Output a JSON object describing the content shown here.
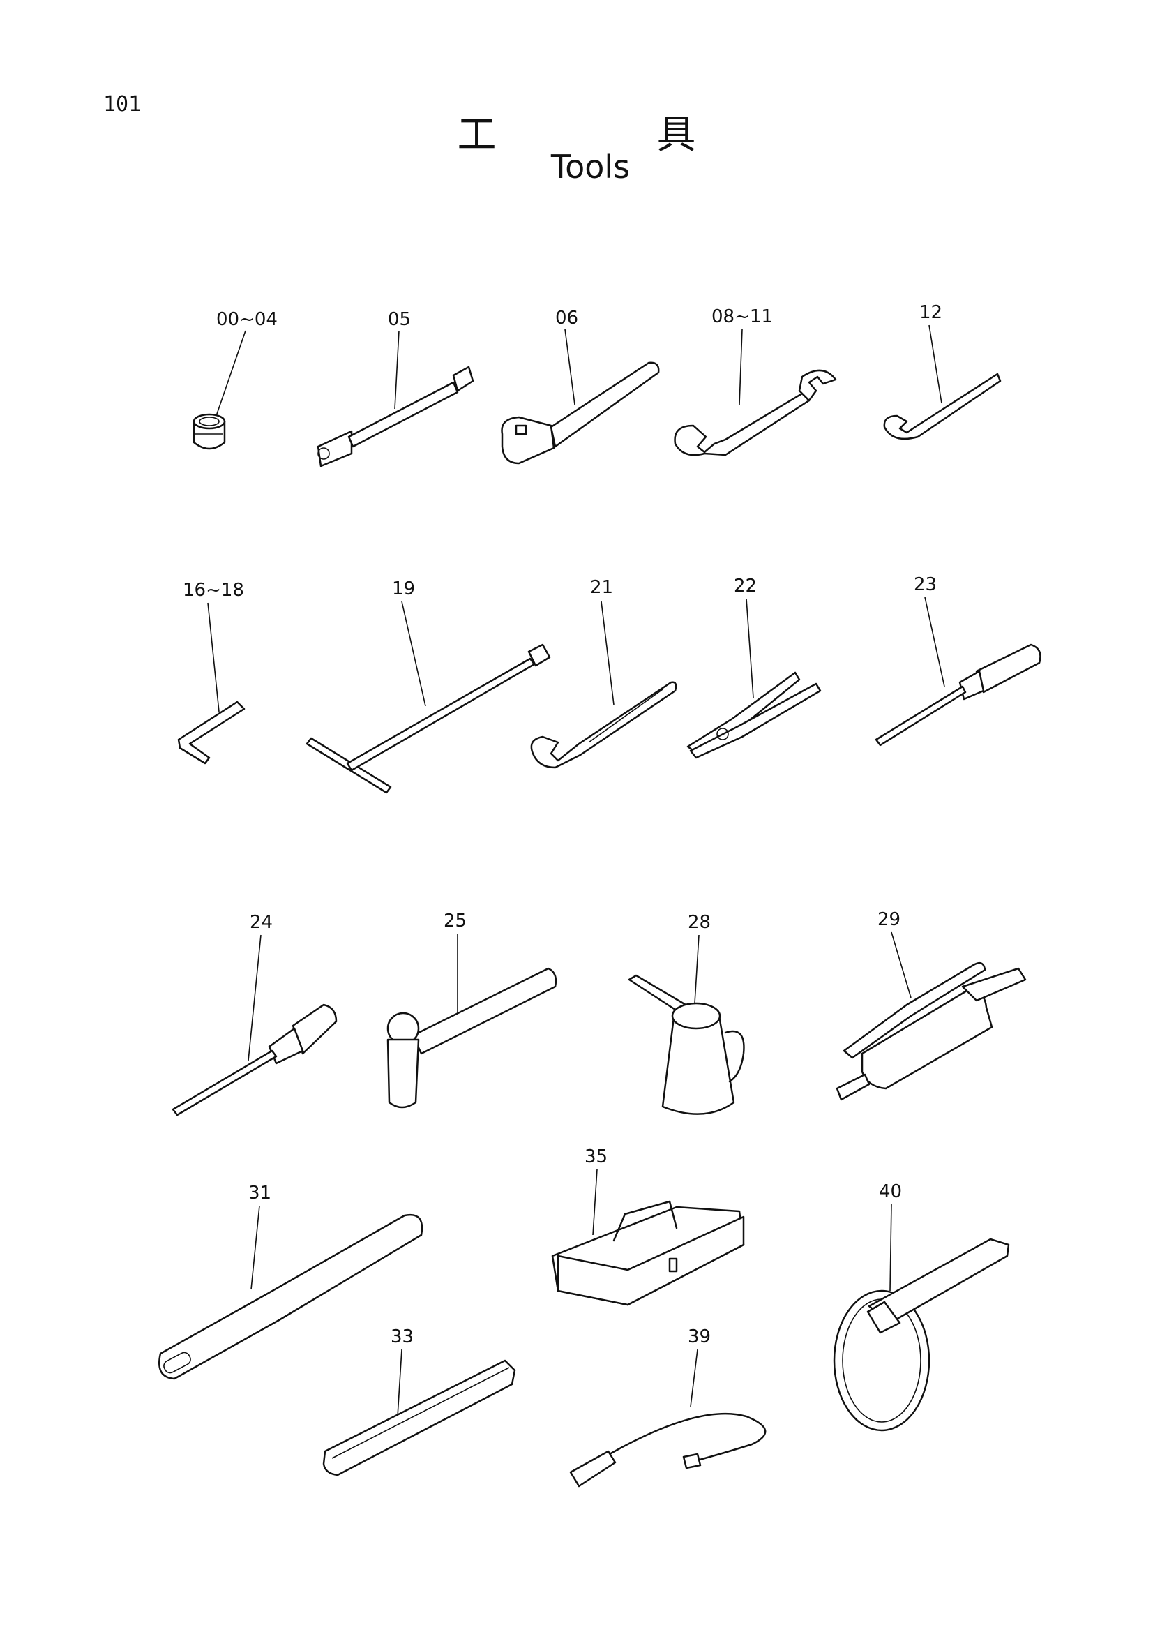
{
  "page": {
    "number": "101",
    "title_jp": "工具",
    "title_en": "Tools"
  },
  "callouts": [
    {
      "key": "socket",
      "label": "00~04",
      "icon": "socket-icon"
    },
    {
      "key": "box_wrench",
      "label": "05",
      "icon": "box-wrench-icon"
    },
    {
      "key": "ratchet",
      "label": "06",
      "icon": "ratchet-handle-icon"
    },
    {
      "key": "double_wrench",
      "label": "08~11",
      "icon": "double-open-wrench-icon"
    },
    {
      "key": "single_wrench",
      "label": "12",
      "icon": "single-open-wrench-icon"
    },
    {
      "key": "hex_key",
      "label": "16~18",
      "icon": "hex-key-icon"
    },
    {
      "key": "t_wrench",
      "label": "19",
      "icon": "t-handle-wrench-icon"
    },
    {
      "key": "adjustable",
      "label": "21",
      "icon": "adjustable-wrench-icon"
    },
    {
      "key": "pliers",
      "label": "22",
      "icon": "pliers-icon"
    },
    {
      "key": "screwdriver_small",
      "label": "23",
      "icon": "screwdriver-icon"
    },
    {
      "key": "screwdriver_large",
      "label": "24",
      "icon": "screwdriver-icon"
    },
    {
      "key": "hammer",
      "label": "25",
      "icon": "hammer-icon"
    },
    {
      "key": "oil_can",
      "label": "28",
      "icon": "oil-can-icon"
    },
    {
      "key": "grease_gun",
      "label": "29",
      "icon": "grease-gun-icon"
    },
    {
      "key": "pipe",
      "label": "31",
      "icon": "pipe-icon"
    },
    {
      "key": "bar",
      "label": "33",
      "icon": "bar-icon"
    },
    {
      "key": "tool_box",
      "label": "35",
      "icon": "tool-box-icon"
    },
    {
      "key": "hose",
      "label": "39",
      "icon": "grease-hose-icon"
    },
    {
      "key": "filter_wrench",
      "label": "40",
      "icon": "filter-wrench-icon"
    }
  ]
}
